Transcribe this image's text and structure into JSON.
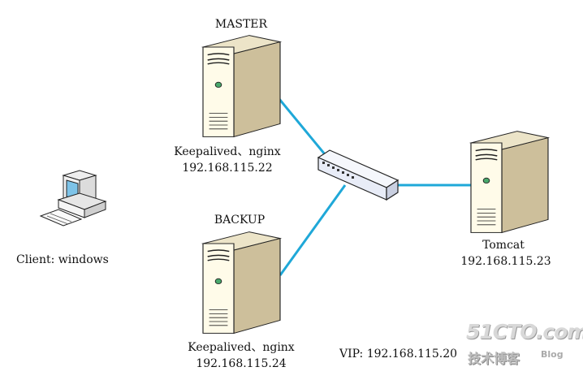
{
  "nodes": {
    "master": {
      "title": "MASTER",
      "services": "Keepalived、nginx",
      "ip": "192.168.115.22"
    },
    "backup": {
      "title": "BACKUP",
      "services": "Keepalived、nginx",
      "ip": "192.168.115.24"
    },
    "tomcat": {
      "name": "Tomcat",
      "ip": "192.168.115.23"
    },
    "client": {
      "label": "Client: windows"
    }
  },
  "vip": "VIP: 192.168.115.20",
  "watermark": {
    "site": "51CTO.com",
    "sub": "技术博客",
    "blog": "Blog"
  },
  "colors": {
    "link": "#1fa8d8",
    "server_front": "#fffbe9",
    "server_side": "#cdbf9b",
    "server_top": "#ece4c8",
    "stroke": "#222222",
    "indicator": "#49a86b",
    "switch": "#e8ecf7"
  },
  "icons": {
    "server": "server-tower-icon",
    "switch": "network-switch-icon",
    "client": "desktop-computer-icon"
  }
}
